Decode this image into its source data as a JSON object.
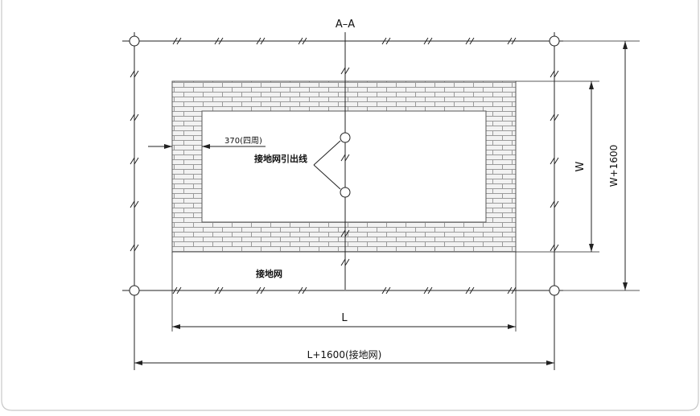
{
  "labels": {
    "section": "A–A",
    "wall_thickness": "370(四周)",
    "ground_lead": "接地网引出线",
    "ground_grid": "接地网",
    "dim_l": "L",
    "dim_l_total": "L+1600(接地网)",
    "dim_w": "W",
    "dim_w_total": "W+1600"
  },
  "colors": {
    "line": "#222222",
    "brick_fill": "#efefef",
    "brick_line": "#9a9a9a",
    "frame": "#c8c8c8"
  }
}
